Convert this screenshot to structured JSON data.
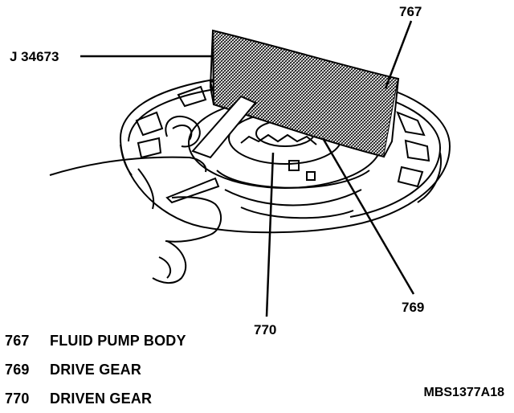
{
  "callouts": {
    "tool": "J 34673",
    "body": "767",
    "drive_gear": "769",
    "driven_gear": "770"
  },
  "legend": [
    {
      "number": "767",
      "label": "FLUID PUMP BODY"
    },
    {
      "number": "769",
      "label": "DRIVE GEAR"
    },
    {
      "number": "770",
      "label": "DRIVEN GEAR"
    }
  ],
  "figure_id": "MBS1377A18"
}
